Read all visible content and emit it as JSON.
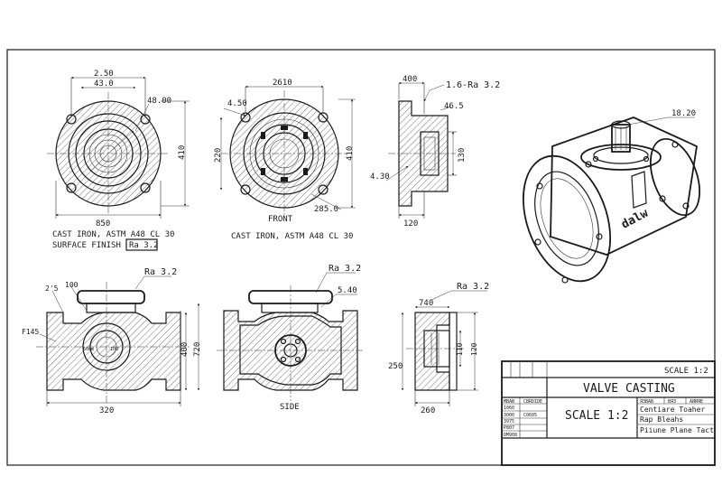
{
  "drawing": {
    "top_left": {
      "dims": [
        "2.50",
        "43.0",
        "48.00",
        "410",
        "850"
      ],
      "notes": [
        "CAST IRON, ASTM A48 CL 30",
        "SURFACE   FINISH"
      ],
      "finish": "Ra 3.2"
    },
    "top_mid": {
      "dims": [
        "2610",
        "4.50",
        "220",
        "410",
        "285.0"
      ],
      "view_label": "FRONT",
      "note": "CAST IRON, ASTM A48 CL 30"
    },
    "top_right": {
      "dims": [
        "400",
        "1.6-Ra 3.2",
        "46.5",
        "130",
        "4.30",
        "120"
      ]
    },
    "iso": {
      "dim": "18.20",
      "brand": "dalw"
    },
    "bot_left": {
      "finish": "Ra 3.2",
      "dims": [
        "2'5",
        "100",
        "F145",
        "50mm",
        "100",
        "400",
        "720",
        "320"
      ]
    },
    "bot_mid": {
      "finish": "Ra 3.2",
      "dims": [
        "5.40"
      ],
      "view_label": "SIDE"
    },
    "bot_right": {
      "finish": "Ra 3.2",
      "dims": [
        "740",
        "110",
        "120",
        "250",
        "260"
      ]
    }
  },
  "title_block": {
    "scale_top": "SCALE 1:2",
    "title": "VALVE CASTING",
    "scale_main": "SCALE 1:2",
    "rev_rows": [
      "MBAB",
      "1060",
      "3000",
      "3975",
      "P807",
      "DM908"
    ],
    "rev_col2": [
      "CBRDIDE",
      "",
      "C0605",
      "",
      "",
      ""
    ],
    "header_cells": [
      "ЯЗВАВ",
      "ВЯЗ",
      "АИИЯЕ"
    ],
    "info_lines": [
      "Centiare Toaher",
      "Rap Bleahs",
      "Piiune Plane Tact"
    ]
  }
}
